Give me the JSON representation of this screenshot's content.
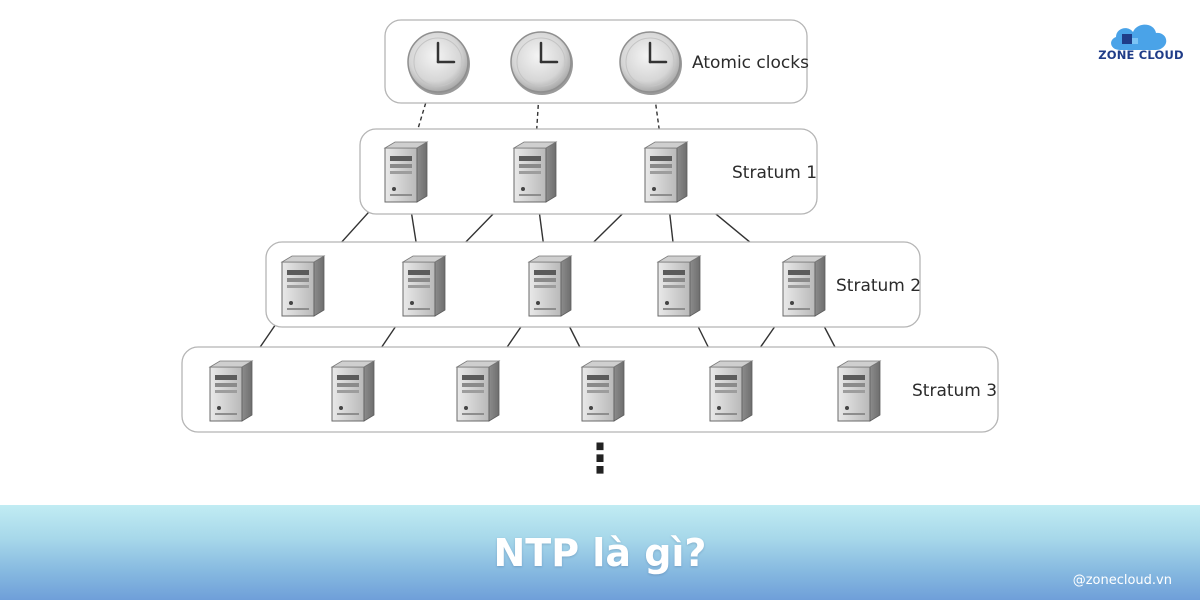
{
  "diagram": {
    "tiers": [
      {
        "id": "atomic",
        "label": "Atomic clocks",
        "nodes": [
          "clock",
          "clock",
          "clock"
        ]
      },
      {
        "id": "stratum1",
        "label": "Stratum 1",
        "nodes": [
          "server",
          "server",
          "server"
        ]
      },
      {
        "id": "stratum2",
        "label": "Stratum 2",
        "nodes": [
          "server",
          "server",
          "server",
          "server",
          "server"
        ]
      },
      {
        "id": "stratum3",
        "label": "Stratum 3",
        "nodes": [
          "server",
          "server",
          "server",
          "server",
          "server",
          "server"
        ]
      }
    ],
    "links": [
      {
        "from": "atomic.0",
        "to": "stratum1.0",
        "type": "directed"
      },
      {
        "from": "atomic.1",
        "to": "stratum1.1",
        "type": "directed"
      },
      {
        "from": "atomic.2",
        "to": "stratum1.2",
        "type": "directed"
      },
      {
        "from": "stratum1.1",
        "to": "stratum1.2",
        "type": "bidirectional"
      },
      {
        "from": "stratum1.0",
        "to": "stratum2.0",
        "type": "directed"
      },
      {
        "from": "stratum1.0",
        "to": "stratum2.1",
        "type": "directed"
      },
      {
        "from": "stratum1.1",
        "to": "stratum2.1",
        "type": "directed"
      },
      {
        "from": "stratum1.1",
        "to": "stratum2.2",
        "type": "directed"
      },
      {
        "from": "stratum1.2",
        "to": "stratum2.2",
        "type": "directed"
      },
      {
        "from": "stratum1.2",
        "to": "stratum2.3",
        "type": "directed"
      },
      {
        "from": "stratum1.2",
        "to": "stratum2.4",
        "type": "directed"
      },
      {
        "from": "stratum2.1",
        "to": "stratum2.2",
        "type": "bidirectional"
      },
      {
        "from": "stratum2.0",
        "to": "stratum3.0",
        "type": "directed"
      },
      {
        "from": "stratum2.1",
        "to": "stratum3.1",
        "type": "directed"
      },
      {
        "from": "stratum2.2",
        "to": "stratum3.2",
        "type": "directed"
      },
      {
        "from": "stratum2.2",
        "to": "stratum3.3",
        "type": "directed"
      },
      {
        "from": "stratum2.3",
        "to": "stratum3.4",
        "type": "directed"
      },
      {
        "from": "stratum2.4",
        "to": "stratum3.4",
        "type": "directed"
      },
      {
        "from": "stratum2.4",
        "to": "stratum3.5",
        "type": "directed"
      },
      {
        "from": "stratum3.0",
        "to": "stratum3.1",
        "type": "bidirectional"
      },
      {
        "from": "stratum3.2",
        "to": "stratum3.3",
        "type": "bidirectional"
      }
    ],
    "continuation": "⋮"
  },
  "brand": {
    "name": "ZONE CLOUD",
    "logo_icon": "cloud-icon",
    "accent": "#1f3c88",
    "cloud_color": "#4aa3e8"
  },
  "banner": {
    "title": "NTP là gì?",
    "handle": "@zonecloud.vn"
  }
}
